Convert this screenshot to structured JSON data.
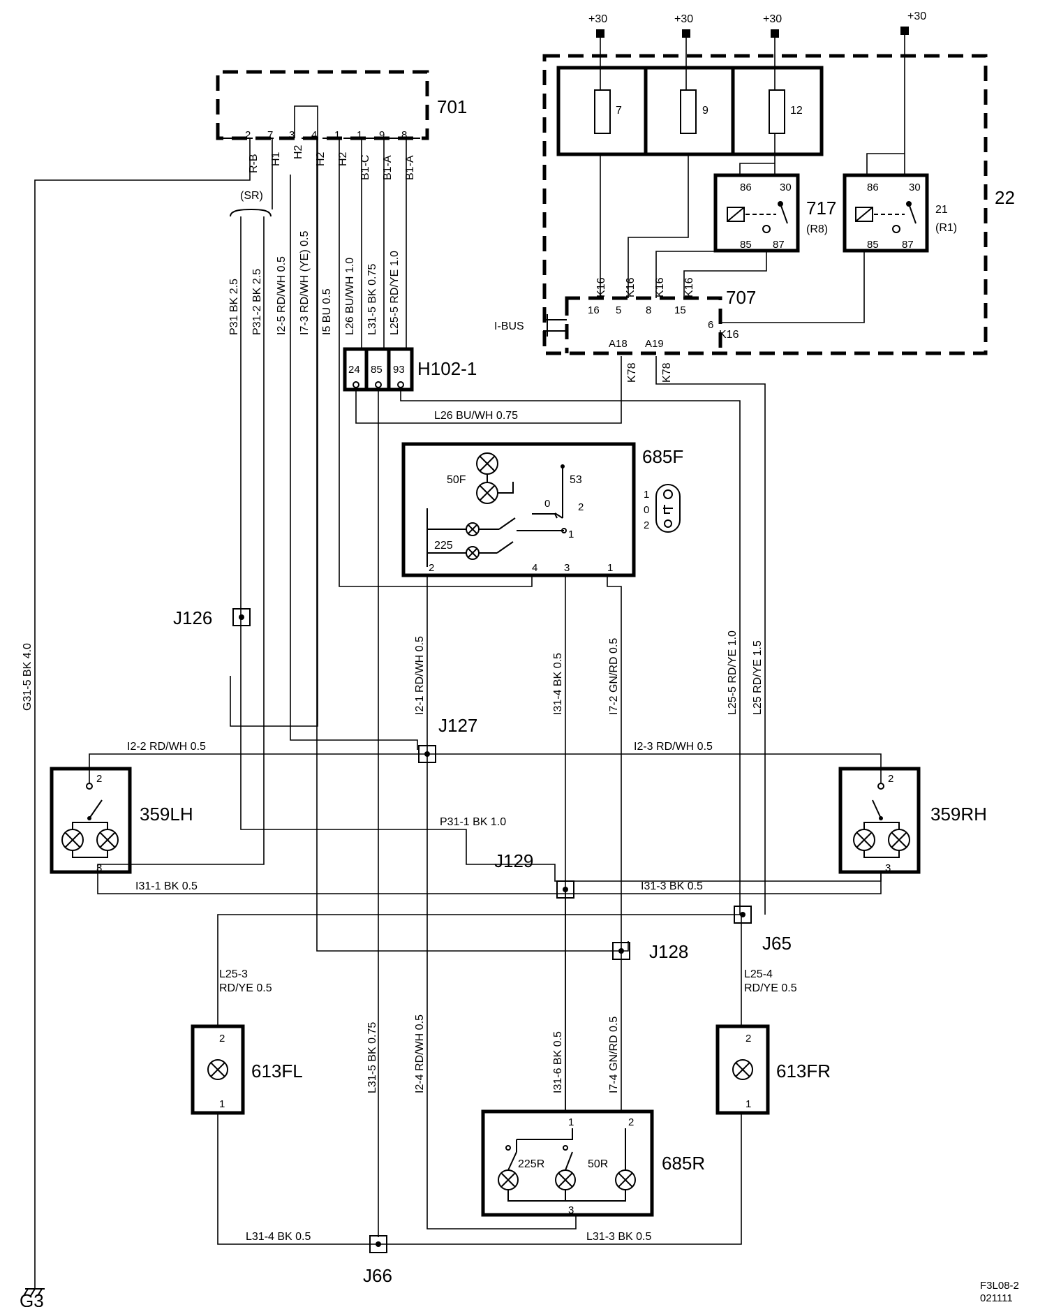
{
  "components": {
    "c701": "701",
    "c22": "22",
    "c707": "707",
    "c717": "717",
    "c717sub": "(R8)",
    "c21": "21",
    "c21sub": "(R1)",
    "h102": "H102-1",
    "c685f": "685F",
    "c685r": "685R",
    "c359lh": "359LH",
    "c359rh": "359RH",
    "c613fl": "613FL",
    "c613fr": "613FR",
    "j126": "J126",
    "j127": "J127",
    "j128": "J128",
    "j129": "J129",
    "j65": "J65",
    "j66": "J66",
    "g3": "G3",
    "ibus": "I-BUS",
    "sr": "(SR)",
    "bulb50f": "50F",
    "bulb225": "225",
    "sw53": "53",
    "bulb225r": "225R",
    "bulb50r": "50R",
    "mode1": "1",
    "mode0": "0",
    "mode2": "2"
  },
  "power": [
    "+30",
    "+30",
    "+30",
    "+30"
  ],
  "fuses": [
    "7",
    "9",
    "12"
  ],
  "relay_pins": {
    "p86": "86",
    "p30": "30",
    "p85": "85",
    "p87": "87"
  },
  "conn701": {
    "pins": [
      "2",
      "7",
      "3",
      "4",
      "1",
      "1",
      "9",
      "8"
    ],
    "codes": [
      "R-B",
      "H1",
      "H2",
      "H2",
      "H2",
      "B1-C",
      "B1-A",
      "B1-A"
    ]
  },
  "conn707": {
    "pins": [
      "16",
      "5",
      "8",
      "15"
    ],
    "codes": [
      "K16",
      "K16",
      "K16",
      "K16"
    ],
    "pin6": "6",
    "pin6code": "K16",
    "a18": "A18",
    "a19": "A19",
    "k78a": "K78",
    "k78b": "K78"
  },
  "h102pins": [
    "24",
    "85",
    "93"
  ],
  "pins685f": {
    "p1": "1",
    "p2": "2",
    "p3": "3",
    "p4": "4",
    "s0": "0",
    "s1": "1",
    "s2": "2"
  },
  "pins685r": {
    "p1": "1",
    "p2": "2",
    "p3": "3"
  },
  "pins2": "2",
  "pins3": "3",
  "pins1": "1",
  "wires": {
    "p31": "P31  BK  2.5",
    "p31_2": "P31-2  BK  2.5",
    "i2_5": "I2-5  RD/WH  0.5",
    "i7_3": "I7-3  RD/WH (YE)  0.5",
    "i5": "I5  BU  0.5",
    "l26v": "L26  BU/WH  1.0",
    "l31_5top": "L31-5  BK  0.75",
    "l25_5top": "L25-5  RD/YE  1.0",
    "l26h": "L26   BU/WH  0.75",
    "g31_5": "G31-5  BK  4.0",
    "i2_1": "I2-1  RD/WH  0.5",
    "i31_4": "I31-4  BK  0.5",
    "i7_2": "I7-2  GN/RD  0.5",
    "l25_5": "L25-5  RD/YE  1.0",
    "l25": "L25  RD/YE  1.5",
    "i2_2": "I2-2  RD/WH  0.5",
    "i2_3": "I2-3  RD/WH  0.5",
    "p31_1": "P31-1  BK   1.0",
    "i31_1": "I31-1  BK  0.5",
    "i31_3": "I31-3  BK   0.5",
    "l25_3a": "L25-3",
    "l25_3b": "RD/YE  0.5",
    "l25_4a": "L25-4",
    "l25_4b": "RD/YE  0.5",
    "l31_5": "L31-5  BK  0.75",
    "i2_4": "I2-4  RD/WH  0.5",
    "i31_6": "I31-6  BK  0.5",
    "i7_4": "I7-4  GN/RD  0.5",
    "l31_4": "L31-4   BK    0.5",
    "l31_3": "L31-3   BK    0.5"
  },
  "footer": {
    "line1": "F3L08-2",
    "line2": "021111"
  }
}
